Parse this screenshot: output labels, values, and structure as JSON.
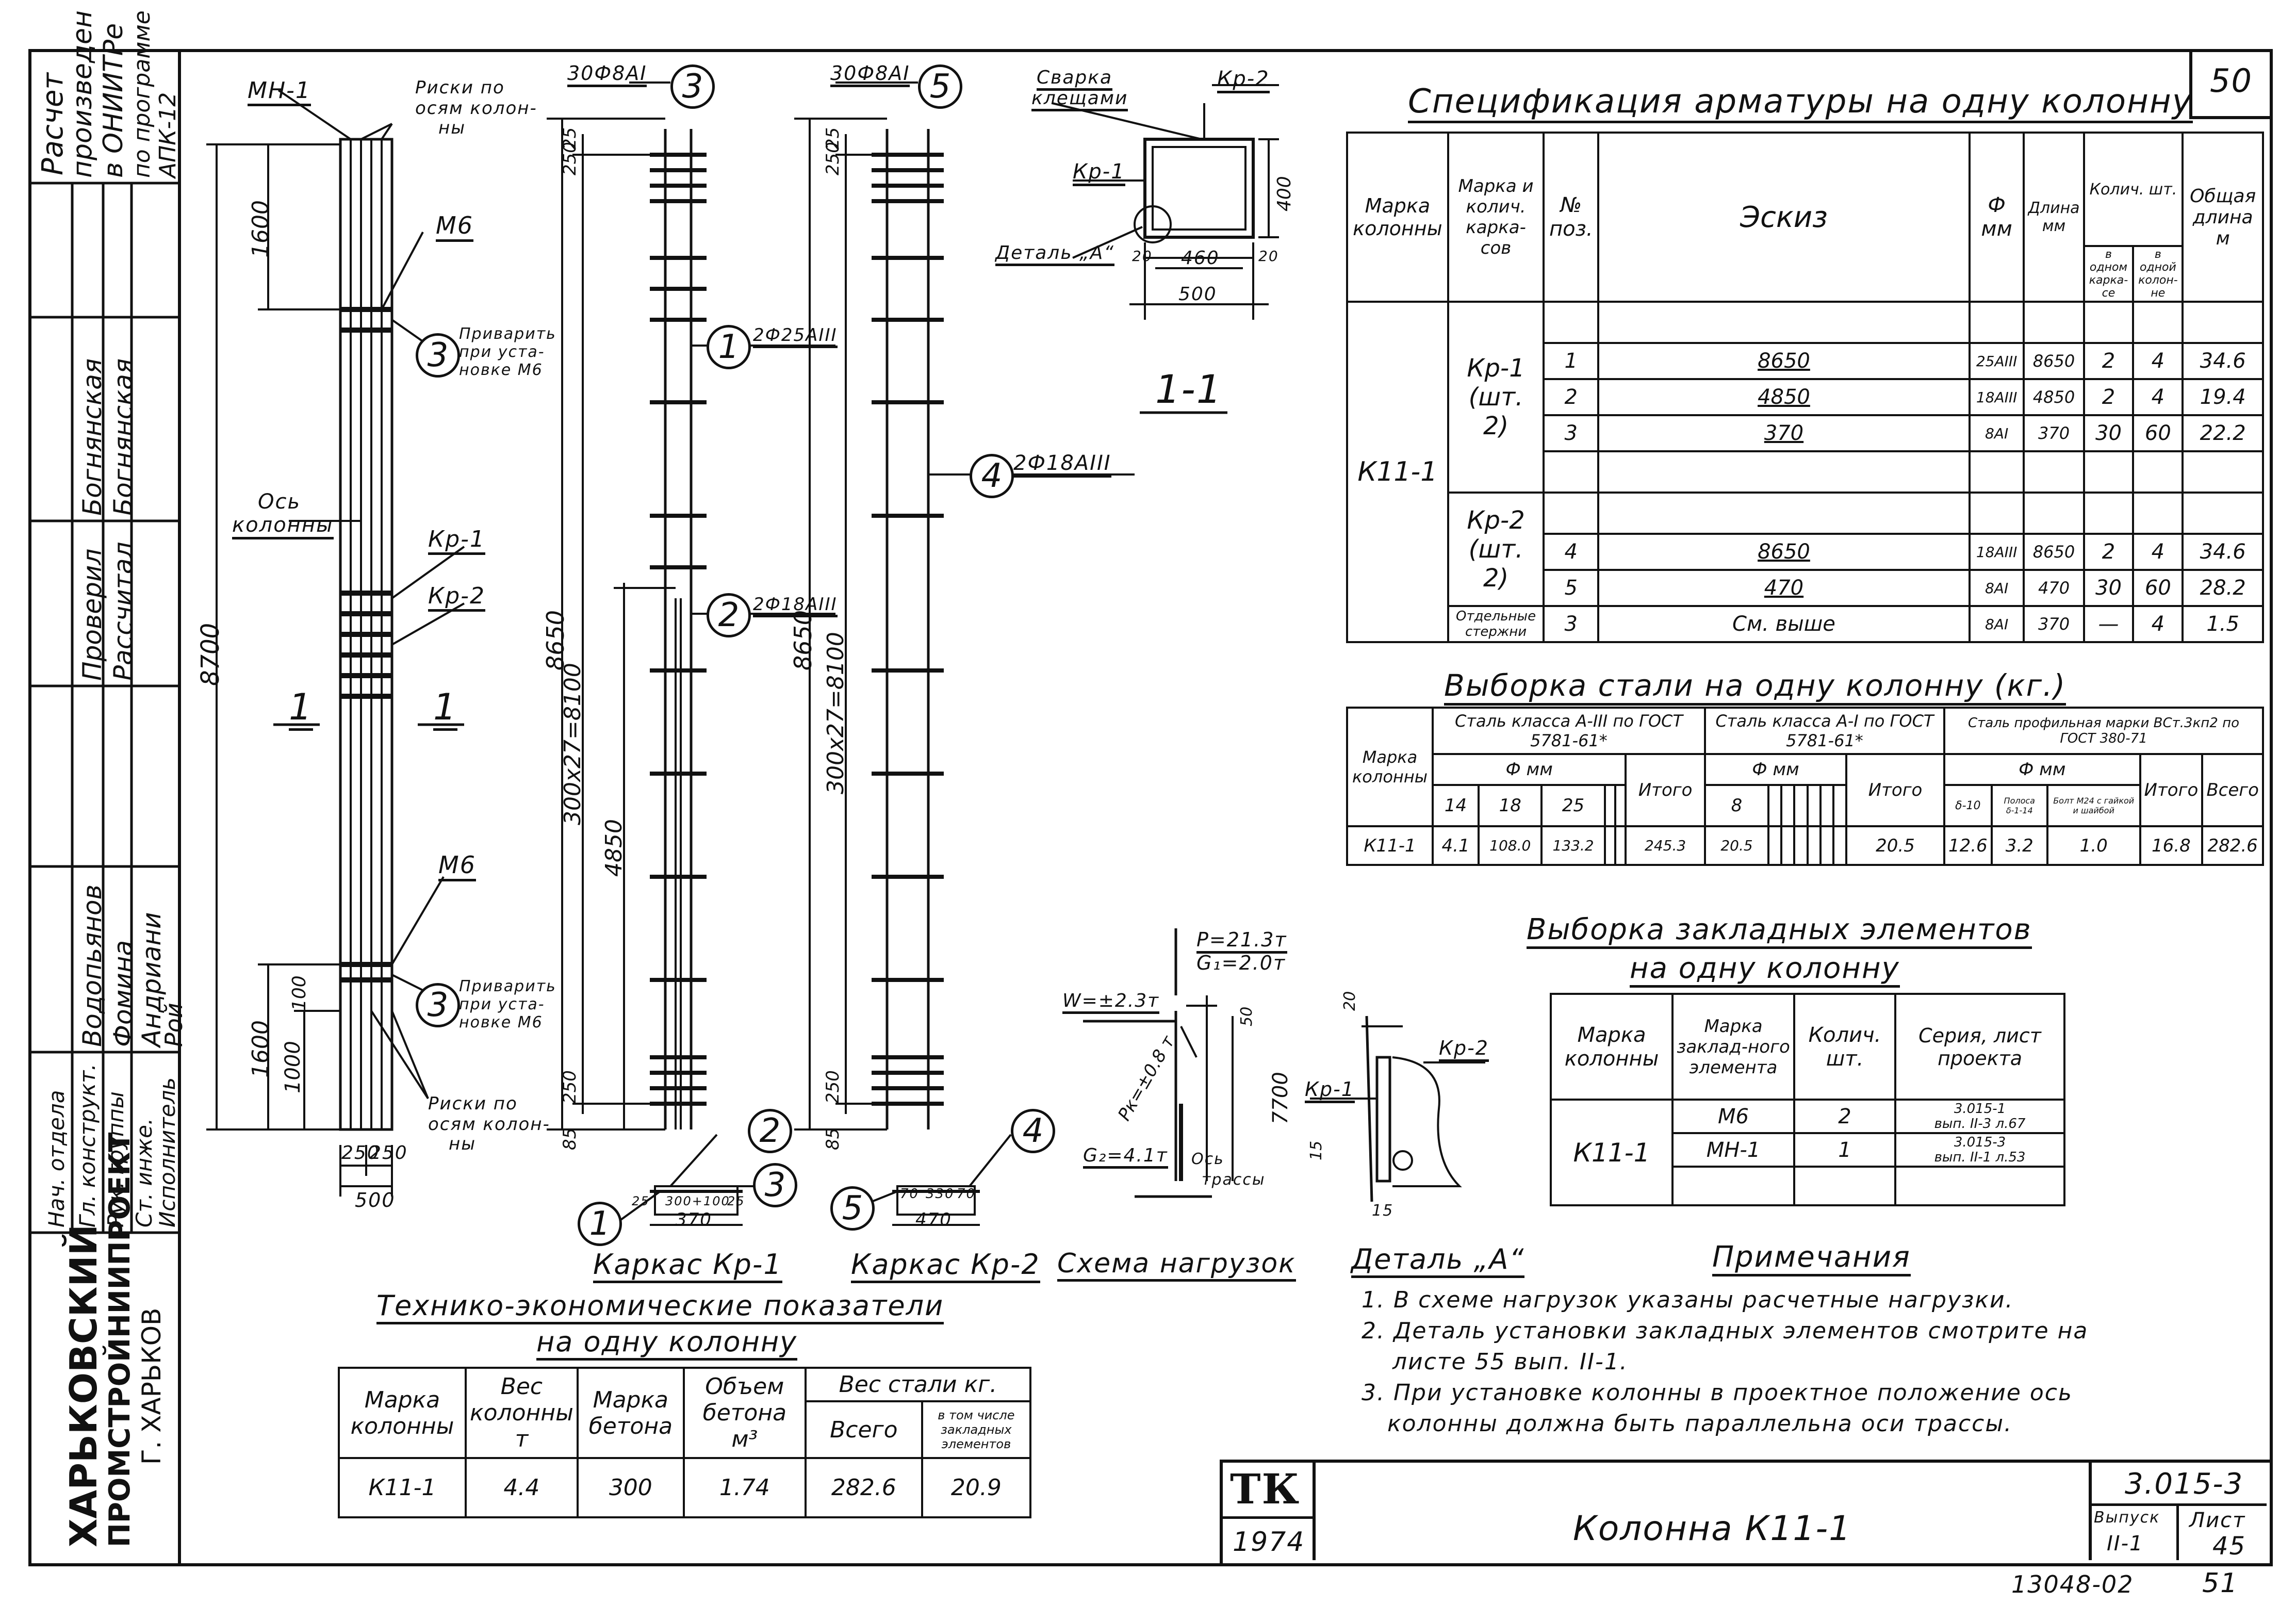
{
  "sheet_number_top": "50",
  "left_strip": {
    "calc_note": [
      "Расчет",
      "произведен",
      "в ОНИИТРе",
      "по программе",
      "АПК-12"
    ],
    "roles": [
      "Нач. отдела",
      "Гл. конструкт.",
      "Рук. группы",
      "Ст. инже.",
      "Исполнитель"
    ],
    "names_a": [
      "Богнянская",
      "Проверил",
      "Водопьянов",
      "Андриани"
    ],
    "names_b": [
      "Богнянская",
      "Рассчитал",
      "Фомина",
      "Рой"
    ],
    "org": [
      "ХАРЬКОВСКИЙ",
      "ПРОМСТРОЙНИИПРОЕКТ",
      "Г. ХАРЬКОВ"
    ]
  },
  "drawing": {
    "column_labels": {
      "mn1": "МН-1",
      "riski_top": [
        "Риски по",
        "осям колон-",
        "ны"
      ],
      "m6_top": "М6",
      "privarit_top": [
        "Приварить",
        "при уста-",
        "новке М6"
      ],
      "os_kolonny": [
        "Ось",
        "колонны"
      ],
      "kr1": "Кр-1",
      "kr2": "Кр-2",
      "m6_bottom": "М6",
      "privarit_bottom": [
        "Приварить",
        "при уста-",
        "новке М6"
      ],
      "riski_bottom": [
        "Риски по",
        "осям колон-",
        "ны"
      ],
      "dim_1600_top": "1600",
      "dim_8700": "8700",
      "dim_1600_bot": "1600",
      "dim_1000": "1000",
      "dim_100": "100",
      "dim_250a": "250",
      "dim_250b": "250",
      "dim_500": "500",
      "section_1a": "1",
      "section_1b": "1"
    },
    "kr1_labels": {
      "top_bars": "30Ф8AI",
      "mark_3": "3",
      "mark_1": "1",
      "mark_2": "2",
      "bar_1": "2Ф25AIII",
      "bar_2": "2Ф18AIII",
      "dim_8650": "8650",
      "dim_300x27": "300x27=8100",
      "dim_4850": "4850",
      "dim_250_top": "250",
      "dim_25_top": "25",
      "dim_85": "85",
      "dim_250_bot": "250",
      "section_dims": [
        "25",
        "300+100",
        "25"
      ],
      "section_width": "370",
      "section_mark_2": "2",
      "section_mark_3": "3",
      "section_mark_1": "1",
      "title": "Каркас Кр-1"
    },
    "kr2_labels": {
      "top_bars": "30Ф8AI",
      "mark_5": "5",
      "mark_4": "4",
      "bar_4": "2Ф18AIII",
      "dim_8650": "8650",
      "dim_300x27": "300x27=8100",
      "dim_250_top": "250",
      "dim_25_top": "25",
      "dim_85": "85",
      "dim_250_bot": "250",
      "section_dims": [
        "70",
        "330",
        "70"
      ],
      "section_width": "470",
      "section_mark_5": "5",
      "section_mark_4": "4",
      "title": "Каркас Кр-2"
    },
    "section_11": {
      "svarka": [
        "Сварка",
        "клещами"
      ],
      "kr2": "Кр-2",
      "kr1": "Кр-1",
      "detal": "Деталь „А“",
      "dim_400": "400",
      "dim_20a": "20",
      "dim_460": "460",
      "dim_20b": "20",
      "dim_500": "500",
      "title": "1-1"
    },
    "loads": {
      "p": "P=21.3т",
      "g1": "G₁=2.0т",
      "w": "W=±2.3т",
      "pk": "Pк=±0.8 т",
      "g2": "G₂=4.1т",
      "os": [
        "Ось",
        "трассы"
      ],
      "dim_50": "50",
      "dim_7700": "7700",
      "title": "Схема нагрузок"
    },
    "detail_a": {
      "kr2": "Кр-2",
      "kr1": "Кр-1",
      "dim_20": "20",
      "dim_15a": "15",
      "dim_15b": "15",
      "title": "Деталь „А“"
    }
  },
  "spec": {
    "title": "Спецификация арматуры на одну колонну",
    "headers": [
      "Марка колонны",
      "Марка и колич. карка-сов",
      "№ поз.",
      "Эскиз",
      "Ф мм",
      "Длина мм",
      "Колич. шт.",
      "Общая длина м"
    ],
    "sub_headers": [
      "в одном карка-се",
      "в одной колон-не"
    ],
    "column_mark": "К11-1",
    "groups": [
      {
        "mark": "Кр-1 (шт. 2)",
        "rows": [
          {
            "pos": "1",
            "sketch": "8650",
            "d": "25AIII",
            "len": "8650",
            "n1": "2",
            "n2": "4",
            "total": "34.6"
          },
          {
            "pos": "2",
            "sketch": "4850",
            "d": "18AIII",
            "len": "4850",
            "n1": "2",
            "n2": "4",
            "total": "19.4"
          },
          {
            "pos": "3",
            "sketch": "370",
            "d": "8AI",
            "len": "370",
            "n1": "30",
            "n2": "60",
            "total": "22.2"
          }
        ]
      },
      {
        "mark": "Кр-2 (шт. 2)",
        "rows": [
          {
            "pos": "4",
            "sketch": "8650",
            "d": "18AIII",
            "len": "8650",
            "n1": "2",
            "n2": "4",
            "total": "34.6"
          },
          {
            "pos": "5",
            "sketch": "470",
            "d": "8AI",
            "len": "470",
            "n1": "30",
            "n2": "60",
            "total": "28.2"
          }
        ]
      },
      {
        "mark": "Отдельные стержни",
        "rows": [
          {
            "pos": "3",
            "sketch": "См. выше",
            "d": "8AI",
            "len": "370",
            "n1": "—",
            "n2": "4",
            "total": "1.5"
          }
        ]
      }
    ]
  },
  "steel": {
    "title": "Выборка стали на одну колонну (кг.)",
    "h_mark": "Марка колонны",
    "h_a3": "Сталь класса А-III по ГОСТ 5781-61*",
    "h_a1": "Сталь класса А-I по ГОСТ 5781-61*",
    "h_prof": "Сталь профильная марки ВСт.3кп2 по ГОСТ 380-71",
    "h_dmm": "Ф мм",
    "h_itogo": "Итого",
    "h_vsego": "Всего",
    "d_a3": [
      "14",
      "18",
      "25",
      "",
      ""
    ],
    "d_a1": [
      "8",
      "",
      "",
      "",
      "",
      "",
      ""
    ],
    "d_prof": [
      "δ-10",
      "Полоса δ-1-14",
      "Болт М24 с гайкой и шайбой"
    ],
    "row": {
      "mark": "К11-1",
      "a3": [
        "4.1",
        "108.0",
        "133.2",
        "",
        ""
      ],
      "a3_total": "245.3",
      "a1": [
        "20.5",
        "",
        "",
        "",
        "",
        "",
        ""
      ],
      "a1_total": "20.5",
      "prof": [
        "12.6",
        "3.2",
        "1.0"
      ],
      "prof_total": "16.8",
      "total": "282.6"
    }
  },
  "embedded": {
    "title1": "Выборка закладных элементов",
    "title2": "на одну колонну",
    "headers": [
      "Марка колонны",
      "Марка заклад-ного элемента",
      "Колич. шт.",
      "Серия, лист проекта"
    ],
    "mark": "К11-1",
    "rows": [
      {
        "el": "М6",
        "n": "2",
        "ref": [
          "3.015-1",
          "вып. II-3 л.67"
        ]
      },
      {
        "el": "МН-1",
        "n": "1",
        "ref": [
          "3.015-3",
          "вып. II-1 л.53"
        ]
      }
    ]
  },
  "notes": {
    "title": "Примечания",
    "items": [
      "1. В схеме нагрузок указаны расчетные нагрузки.",
      "2. Деталь установки закладных элементов смотрите на",
      "листе 55 вып. II-1.",
      "3. При установке колонны в проектное положение ось",
      "колонны должна быть параллельна оси трассы."
    ]
  },
  "tech": {
    "title1": "Технико-экономические показатели",
    "title2": "на одну колонну",
    "headers": [
      "Марка колонны",
      "Вес колонны т",
      "Марка бетона",
      "Объем бетона м³",
      "Вес стали кг."
    ],
    "sub_headers": [
      "Всего",
      "в том числе закладных элементов"
    ],
    "row": [
      "К11-1",
      "4.4",
      "300",
      "1.74",
      "282.6",
      "20.9"
    ]
  },
  "title_block": {
    "logo": "ТК",
    "year": "1974",
    "name": "Колонна К11-1",
    "code": "3.015-3",
    "vypusk_label": "Выпуск",
    "vypusk": "II-1",
    "list_label": "Лист",
    "list": "45"
  },
  "footer": {
    "inv": "13048-02",
    "page": "51"
  }
}
